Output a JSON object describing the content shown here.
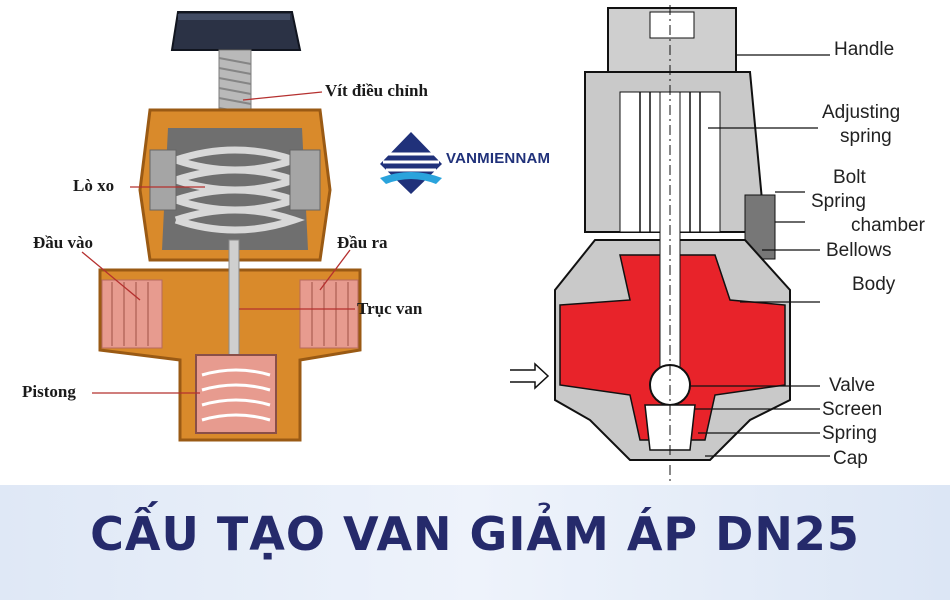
{
  "left_diagram": {
    "labels": {
      "adjusting_screw": "Vít điều chỉnh",
      "spring": "Lò xo",
      "inlet": "Đầu vào",
      "outlet": "Đầu ra",
      "valve_stem": "Trục van",
      "piston": "Pistong"
    }
  },
  "logo": {
    "text": "VANMIENNAM"
  },
  "right_diagram": {
    "labels": {
      "handle": "Handle",
      "adjusting_spring_1": "Adjusting",
      "adjusting_spring_2": "spring",
      "bolt": "Bolt",
      "spring_chamber_1": "Spring",
      "spring_chamber_2": "chamber",
      "bellows": "Bellows",
      "body": "Body",
      "valve": "Valve",
      "screen": "Screen",
      "spring": "Spring",
      "cap": "Cap"
    }
  },
  "banner": {
    "title": "CẤU TẠO VAN GIẢM ÁP DN25"
  },
  "colors": {
    "brass": "#d98a2b",
    "brass_dark": "#9a5a14",
    "valve_red": "#e8232a",
    "body_gray": "#c9c9c9",
    "banner_text": "#252a6b",
    "logo_blue": "#20317a"
  }
}
